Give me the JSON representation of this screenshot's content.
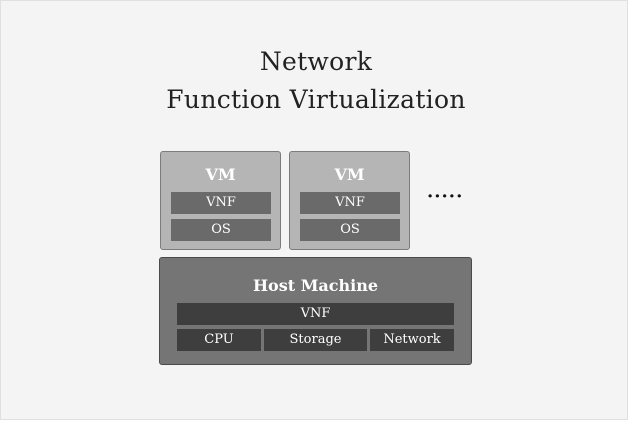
{
  "title": {
    "line1": "Network",
    "line2": "Function Virtualization"
  },
  "vms": [
    {
      "label": "VM",
      "vnf": "VNF",
      "os": "OS"
    },
    {
      "label": "VM",
      "vnf": "VNF",
      "os": "OS"
    }
  ],
  "ellipsis": "·····",
  "host": {
    "label": "Host Machine",
    "vnf": "VNF",
    "resources": [
      "CPU",
      "Storage",
      "Network"
    ]
  }
}
